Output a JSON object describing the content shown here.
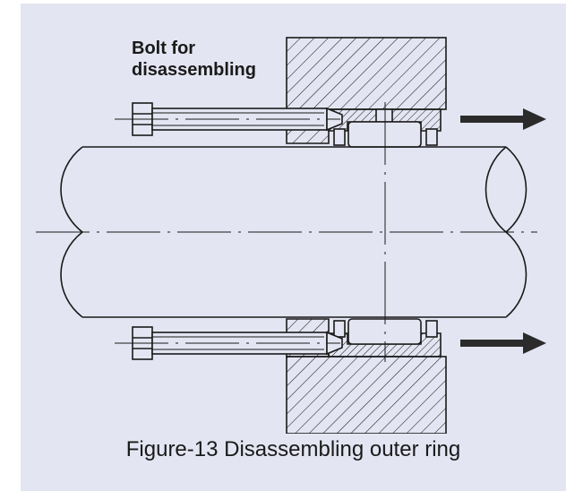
{
  "figure": {
    "label_line1": "Bolt for",
    "label_line2": "disassembling",
    "caption": "Figure-13  Disassembling outer ring"
  },
  "colors": {
    "background": "#e3e5f2",
    "line": "#1a1a1a",
    "arrow": "#2b2b2b"
  }
}
